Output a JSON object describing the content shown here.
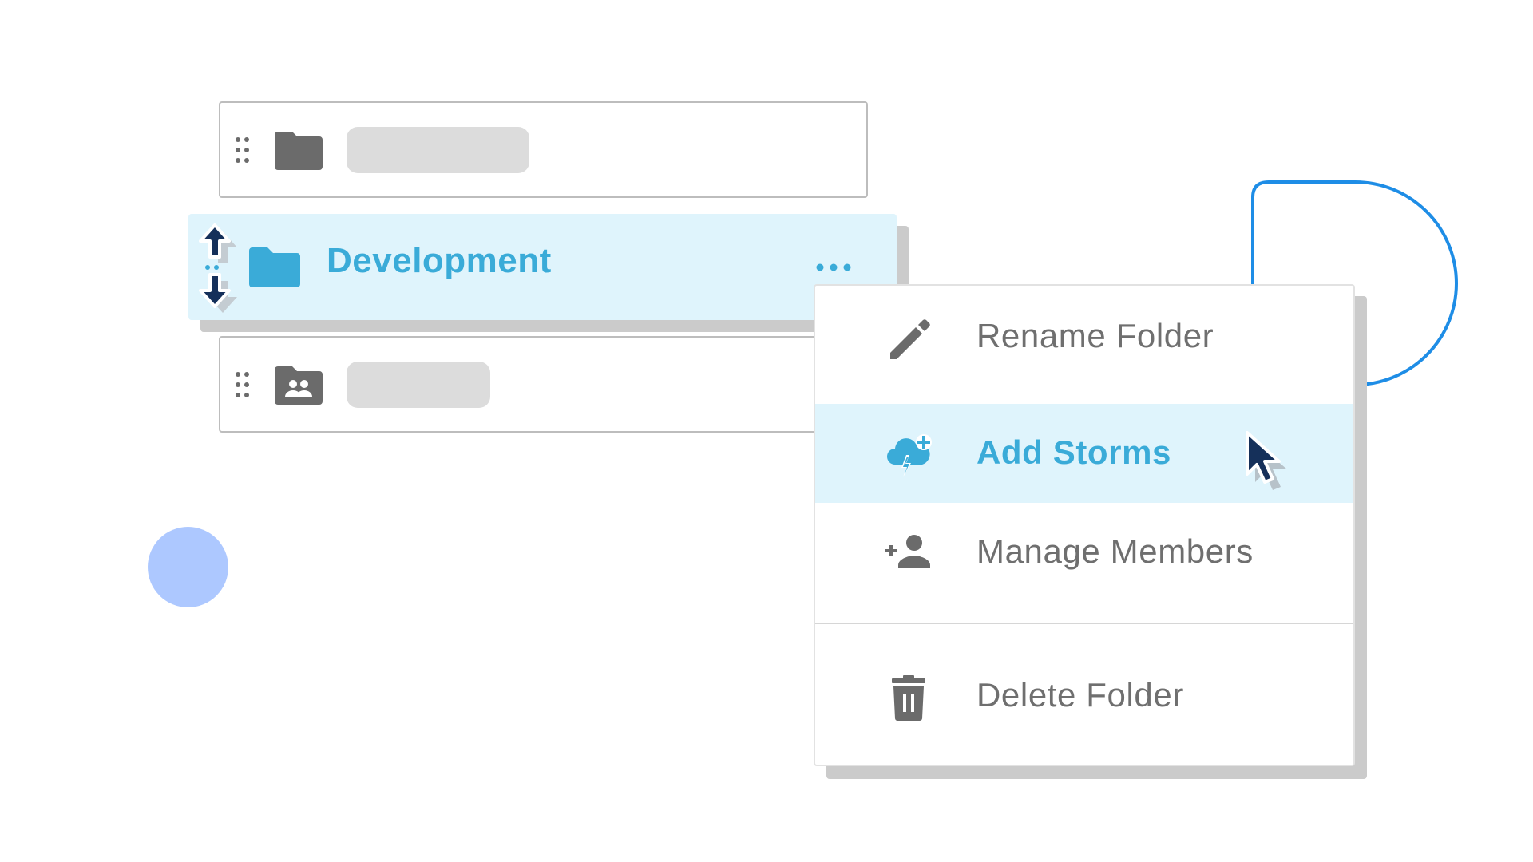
{
  "folders": [
    {
      "icon": "folder-icon",
      "name_placeholder": true
    },
    {
      "icon": "folder-icon",
      "name": "Development",
      "state": "selected"
    },
    {
      "icon": "shared-folder-icon",
      "name_placeholder": true
    }
  ],
  "selected_row": {
    "title": "Development",
    "more_icon": "more-horizontal-icon",
    "move_icon": "move-up-down-icon"
  },
  "context_menu": {
    "items": [
      {
        "label": "Rename Folder",
        "icon": "pencil-icon",
        "highlighted": false
      },
      {
        "label": "Add Storms",
        "icon": "cloud-add-icon",
        "highlighted": true
      },
      {
        "label": "Manage Members",
        "icon": "add-person-icon",
        "highlighted": false
      },
      {
        "label": "Delete Folder",
        "icon": "trash-icon",
        "highlighted": false
      }
    ]
  },
  "colors": {
    "accent": "#3aabd8",
    "highlight_bg": "#dff4fc",
    "dark_navy": "#15305a",
    "icon_gray": "#6b6b6b",
    "placeholder": "#dcdcdc",
    "deco_circle": "#adc8ff",
    "deco_arc": "#1e8de6"
  }
}
